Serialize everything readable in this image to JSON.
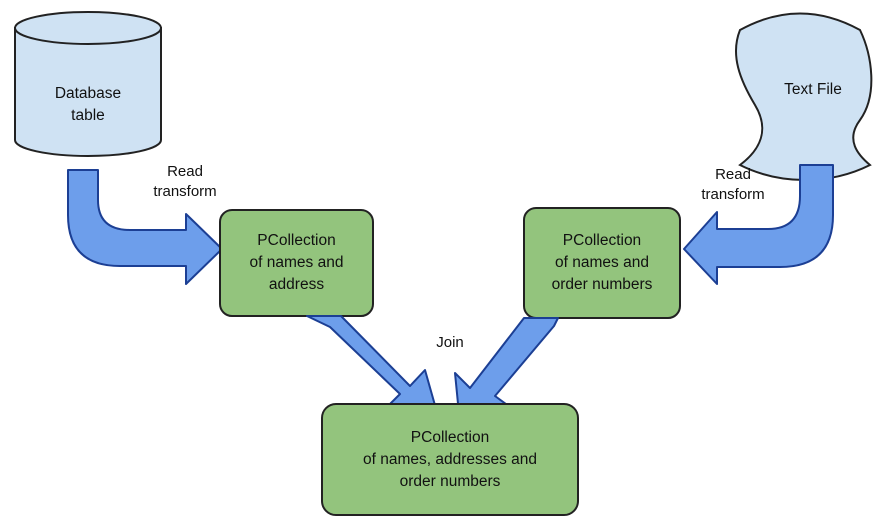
{
  "diagram": {
    "database": {
      "label": "Database\ntable"
    },
    "text_file": {
      "label": "Text File"
    },
    "read_transform_left": {
      "label": "Read\ntransform"
    },
    "read_transform_right": {
      "label": "Read\ntransform"
    },
    "pcollection_left": {
      "label": "PCollection\nof names and\naddress"
    },
    "pcollection_right": {
      "label": "PCollection\nof names and\norder numbers"
    },
    "join": {
      "label": "Join"
    },
    "pcollection_bottom": {
      "label": "PCollection\nof names, addresses and\norder numbers"
    }
  },
  "colors": {
    "node_fill": "#93c47d",
    "node_stroke": "#222222",
    "arrow_fill": "#6d9eeb",
    "arrow_stroke": "#1c3f94",
    "storage_fill": "#cfe2f3",
    "storage_stroke": "#222222"
  }
}
